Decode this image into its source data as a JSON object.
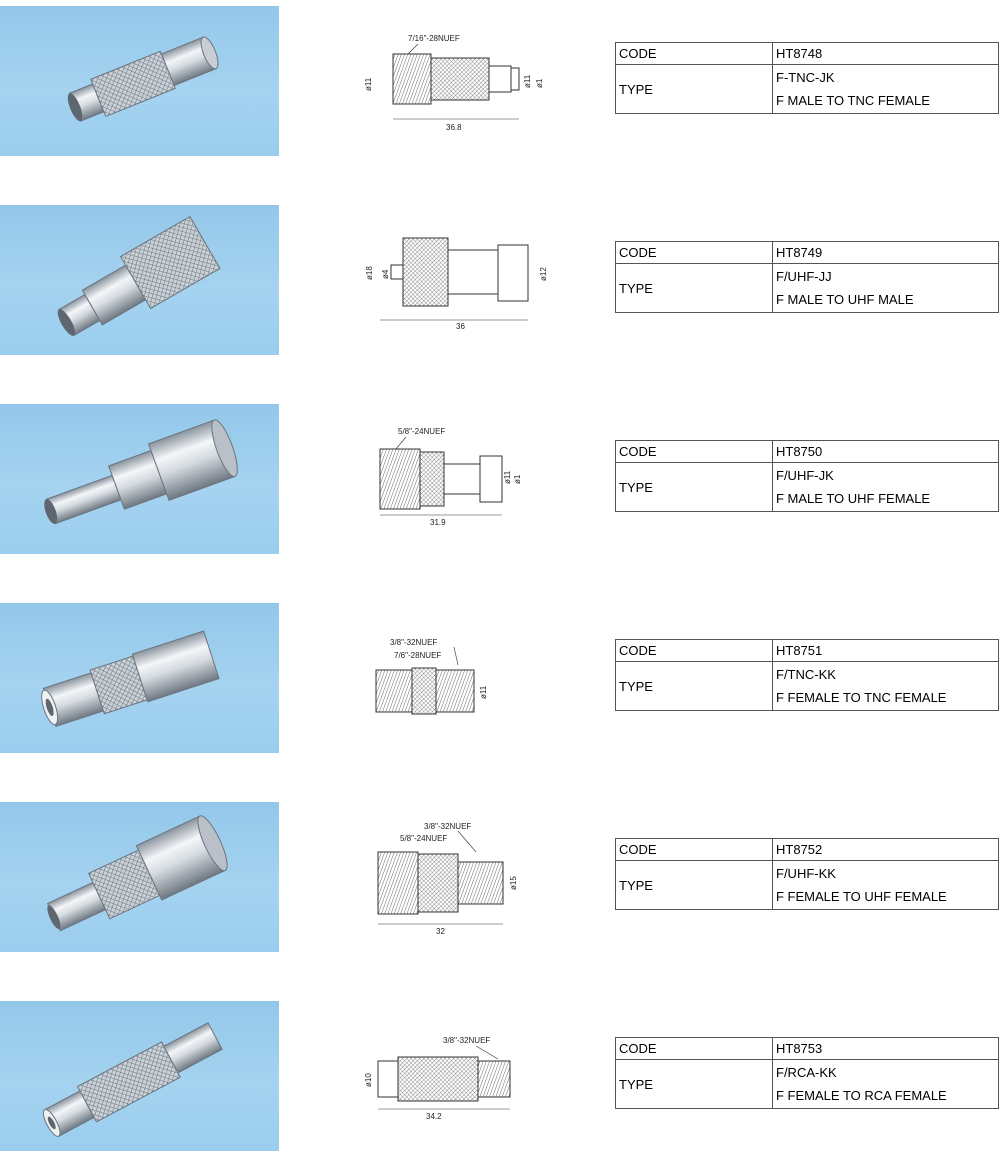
{
  "colors": {
    "photo_bg": "#9fd0ef",
    "metal_light": "#f2f4f6",
    "metal_dark": "#7f8892",
    "border": "#555555"
  },
  "labels": {
    "code": "CODE",
    "type": "TYPE"
  },
  "products": [
    {
      "code": "HT8748",
      "type_code": "F-TNC-JK",
      "type_desc": "F MALE TO TNC FEMALE",
      "drawing": {
        "thread_note": "7/16\"-28NUEF",
        "length": "36.8",
        "dia_left": "ø11",
        "dia_right_a": "ø11",
        "dia_right_b": "ø1"
      }
    },
    {
      "code": "HT8749",
      "type_code": "F/UHF-JJ",
      "type_desc": "F MALE TO UHF MALE",
      "drawing": {
        "length": "36",
        "dia_left": "ø18",
        "dia_pin": "ø4",
        "dia_right": "ø12"
      }
    },
    {
      "code": "HT8750",
      "type_code": "F/UHF-JK",
      "type_desc": "F MALE TO UHF FEMALE",
      "drawing": {
        "thread_note": "5/8\"-24NUEF",
        "length": "31.9",
        "dia_right_a": "ø11",
        "dia_right_b": "ø1"
      }
    },
    {
      "code": "HT8751",
      "type_code": "F/TNC-KK",
      "type_desc": "F FEMALE TO TNC FEMALE",
      "drawing": {
        "thread_note_a": "3/8\"-32NUEF",
        "thread_note_b": "7/6\"-28NUEF",
        "dia_right": "ø11"
      }
    },
    {
      "code": "HT8752",
      "type_code": "F/UHF-KK",
      "type_desc": "F FEMALE TO UHF FEMALE",
      "drawing": {
        "thread_note_a": "3/8\"-32NUEF",
        "thread_note_b": "5/8\"-24NUEF",
        "length": "32",
        "dia_right": "ø15"
      }
    },
    {
      "code": "HT8753",
      "type_code": "F/RCA-KK",
      "type_desc": "F FEMALE TO RCA FEMALE",
      "drawing": {
        "thread_note": "3/8\"-32NUEF",
        "length": "34.2",
        "dia_left": "ø10"
      }
    }
  ]
}
